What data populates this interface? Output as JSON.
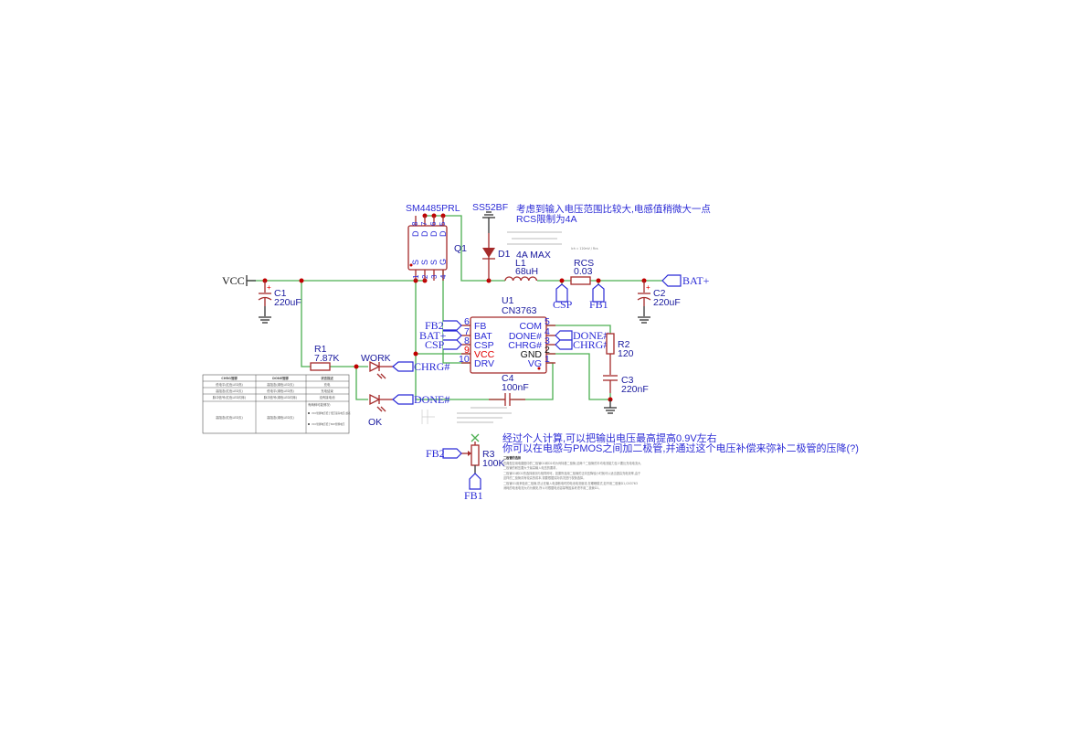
{
  "power": {
    "vcc": "VCC"
  },
  "q1": {
    "part": "SM4485PRL",
    "ref": "Q1",
    "pins_top": [
      "8",
      "7",
      "6",
      "5"
    ],
    "pins_bottom": [
      "1",
      "2",
      "3",
      "4"
    ],
    "labels_top": [
      "D",
      "D",
      "D",
      "D"
    ],
    "labels_bottom": [
      "S",
      "S",
      "S",
      "G"
    ]
  },
  "d1": {
    "part": "SS52BF",
    "ref": "D1"
  },
  "l1": {
    "note": "4A MAX",
    "ref": "L1",
    "value": "68uH"
  },
  "rcs": {
    "ref": "RCS",
    "value": "0.03"
  },
  "c1": {
    "ref": "C1",
    "value": "220uF"
  },
  "c2": {
    "ref": "C2",
    "value": "220uF"
  },
  "c3": {
    "ref": "C3",
    "value": "220nF"
  },
  "c4": {
    "ref": "C4",
    "value": "100nF"
  },
  "r1": {
    "ref": "R1",
    "value": "7.87K"
  },
  "r2": {
    "ref": "R2",
    "value": "120"
  },
  "r3": {
    "ref": "R3",
    "value": "100K"
  },
  "leds": {
    "work": "WORK",
    "ok": "OK"
  },
  "u1": {
    "ref": "U1",
    "part": "CN3763",
    "left_pins": [
      {
        "num": "6",
        "name": "FB"
      },
      {
        "num": "7",
        "name": "BAT"
      },
      {
        "num": "8",
        "name": "CSP"
      },
      {
        "num": "9",
        "name": "VCC"
      },
      {
        "num": "10",
        "name": "DRV"
      }
    ],
    "right_pins": [
      {
        "num": "5",
        "name": "COM"
      },
      {
        "num": "4",
        "name": "DONE#"
      },
      {
        "num": "3",
        "name": "CHRG#"
      },
      {
        "num": "2",
        "name": "GND"
      },
      {
        "num": "1",
        "name": "VG"
      }
    ]
  },
  "net_labels": {
    "fb2": "FB2",
    "bat": "BAT+",
    "csp": "CSP",
    "fb1": "FB1",
    "chrg": "CHRG#",
    "done": "DONE#"
  },
  "notes": {
    "inductor_line1": "考虑到输入电压范围比较大,电感值稍微大一点",
    "inductor_line2": "RCS限制为4A",
    "calc_line1": "经过个人计算,可以把输出电压最高提高0.9V左右",
    "calc_line2": "你可以在电感与PMOS之间加二极管,并通过这个电压补偿来弥补二极管的压降(?)",
    "diode_title": "二极管的选择",
    "diode_body": [
      "在典型应用电路图中的二极管D1和D2均为肖特基二极管,这两个二极管的平均电流能力至少要比充电电流大,",
      "二极管的耐压要大于最高输入电压的要求。",
      "二极管D1和D2的选择原则与相同即可。如果所选用二极管的正向压降较小时就可以适当提高充电效率,由于",
      "这样的二极管具有较高的成本,需要根据实际情况进行权衡选择。",
      "二极管D1用来吸收二极管,防止在输入电源断电时的电池电流倒流,在睡眠模式,如不用二极管D1,CN3763",
      "消耗的电池电流大约为微安,所以可根据电池容量等因素考虑不用二极管D1。"
    ]
  },
  "status_table": {
    "headers": [
      "CHRG管脚",
      "DONE管脚",
      "状态描述"
    ],
    "rows": [
      [
        "低电平(红色LED亮)",
        "高阻态(绿色LED灭)",
        "充电"
      ],
      [
        "高阻态(红色LED灭)",
        "低电平(绿色LED亮)",
        "充电结束"
      ],
      [
        "脉冲信号(红色LED闪烁)",
        "脉冲信号(绿色LED闪烁)",
        "没有接电池"
      ],
      [
        "高阻态(红色LED灭)",
        "高阻态(绿色LED灭)",
        "有两种可能情况:"
      ]
    ],
    "bullets": [
      "VCC管脚电压低于低压锁存电压,或者",
      "VCC管脚电压低于BAT管脚电压"
    ]
  },
  "colors": {
    "wire": "#4caf50",
    "part": "#a52a2a",
    "net": "#2b2bd6",
    "junction": "#c00000"
  }
}
